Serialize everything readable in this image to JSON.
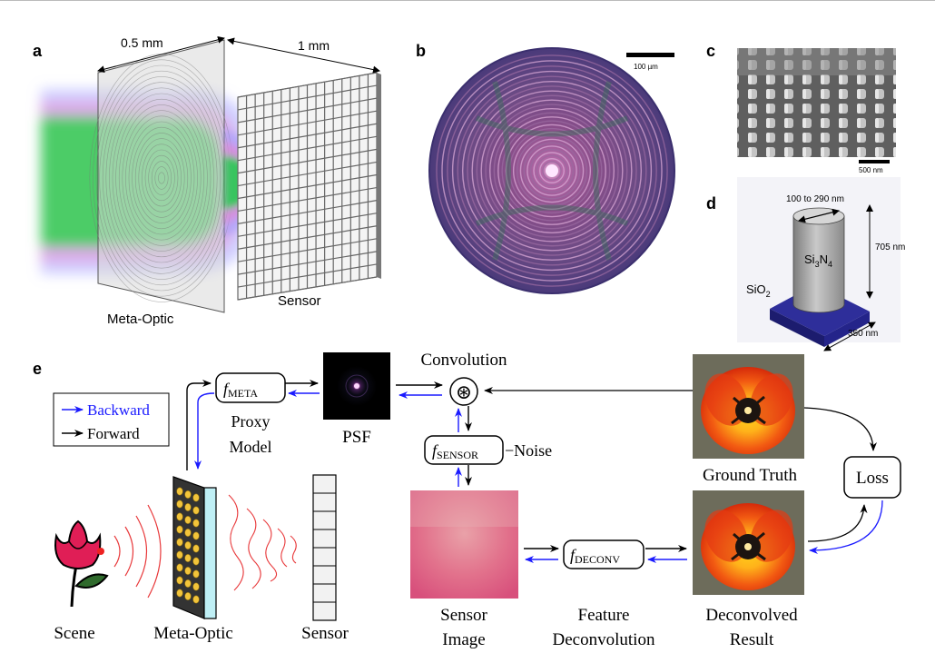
{
  "panels": {
    "a": "a",
    "b": "b",
    "c": "c",
    "d": "d",
    "e": "e"
  },
  "panel_a": {
    "dim_optic": "0.5 mm",
    "dim_gap": "1 mm",
    "meta_optic_label": "Meta-Optic",
    "sensor_label": "Sensor"
  },
  "panel_b": {
    "scale_bar": "100 µm"
  },
  "panel_c": {
    "scale_bar": "500 nm"
  },
  "panel_d": {
    "diameter": "100 to 290 nm",
    "height": "705 nm",
    "period": "350 nm",
    "pillar_material": "Si",
    "pillar_sub1": "3",
    "pillar_mid": "N",
    "pillar_sub2": "4",
    "substrate_material": "SiO",
    "substrate_sub": "2"
  },
  "panel_e": {
    "legend_backward": "Backward",
    "legend_forward": "Forward",
    "f_meta_f": "f",
    "f_meta_sub": "META",
    "proxy_line1": "Proxy",
    "proxy_line2": "Model",
    "psf": "PSF",
    "convolution": "Convolution",
    "conv_symbol": "⊛",
    "f_sensor_f": "f",
    "f_sensor_sub": "SENSOR",
    "noise": "−Noise",
    "f_deconv_f": "f",
    "f_deconv_sub": "DECONV",
    "ground_truth": "Ground Truth",
    "loss": "Loss",
    "scene": "Scene",
    "meta_optic": "Meta-Optic",
    "sensor": "Sensor",
    "sensor_image_line1": "Sensor",
    "sensor_image_line2": "Image",
    "feature_line1": "Feature",
    "feature_line2": "Deconvolution",
    "deconv_line1": "Deconvolved",
    "deconv_line2": "Result"
  },
  "colors": {
    "backward": "#1a1aff",
    "forward": "#000000",
    "wave": "#e8383a"
  }
}
